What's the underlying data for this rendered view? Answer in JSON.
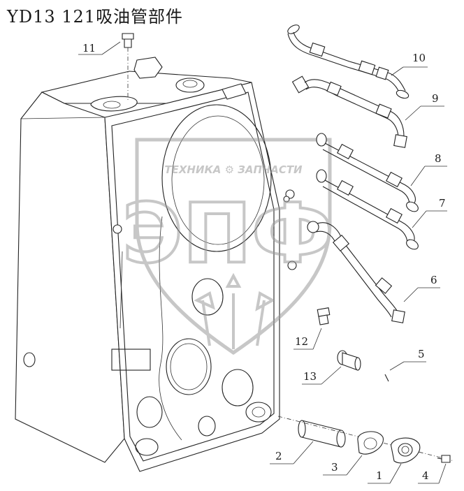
{
  "title": "YD13 121吸油管部件",
  "watermark": {
    "top_text": "ТЕХНИКА ⚙ ЗАПЧАСТИ",
    "big_text": "ЭПФ",
    "color": "#9a9a9a"
  },
  "callouts": [
    {
      "id": "1",
      "label": "1"
    },
    {
      "id": "2",
      "label": "2"
    },
    {
      "id": "3",
      "label": "3"
    },
    {
      "id": "4",
      "label": "4"
    },
    {
      "id": "5",
      "label": "5"
    },
    {
      "id": "6",
      "label": "6"
    },
    {
      "id": "7",
      "label": "7"
    },
    {
      "id": "8",
      "label": "8"
    },
    {
      "id": "9",
      "label": "9"
    },
    {
      "id": "10",
      "label": "10"
    },
    {
      "id": "11",
      "label": "11"
    },
    {
      "id": "12",
      "label": "12"
    },
    {
      "id": "13",
      "label": "13"
    }
  ]
}
